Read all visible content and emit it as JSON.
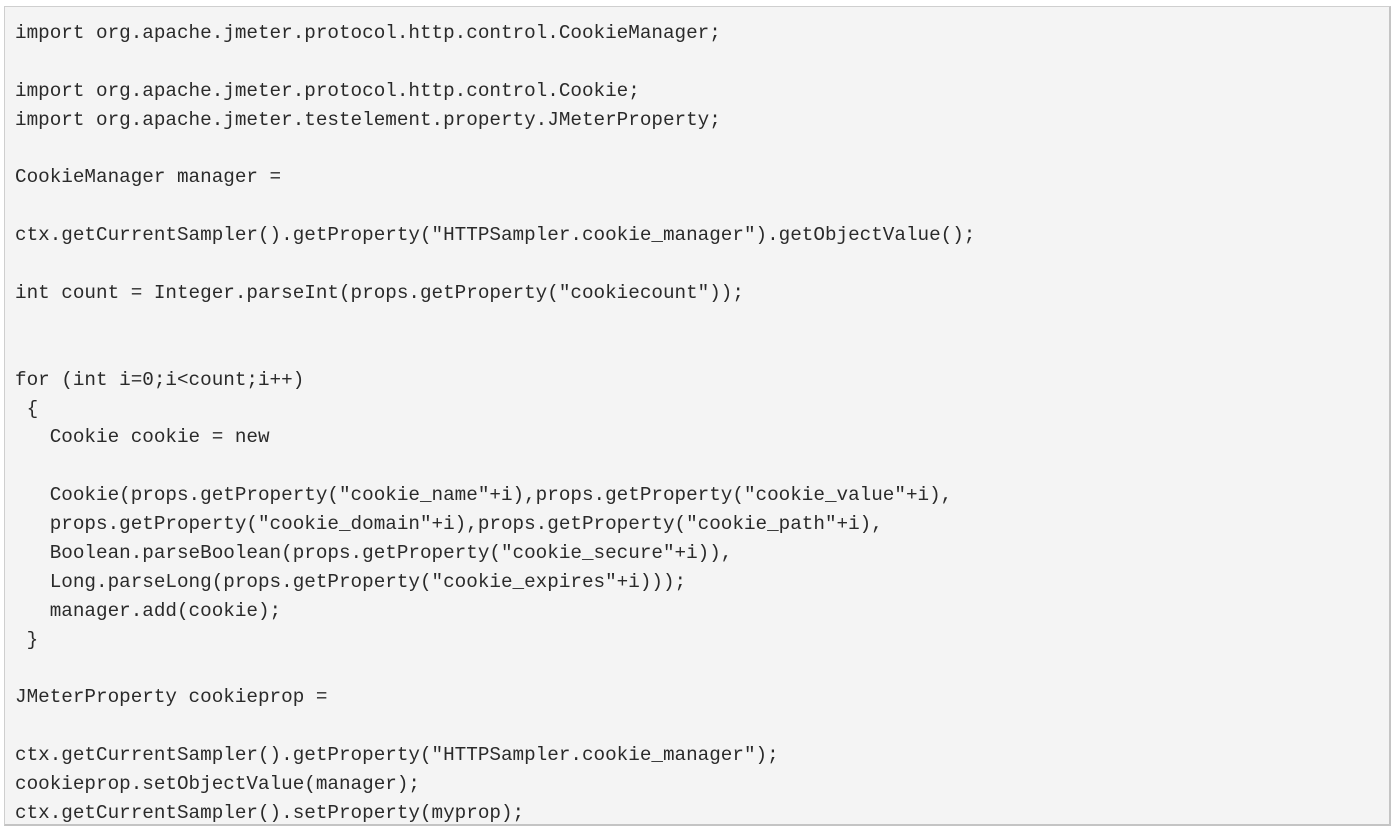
{
  "code": {
    "language": "java",
    "lines": [
      "import org.apache.jmeter.protocol.http.control.CookieManager;",
      "",
      "import org.apache.jmeter.protocol.http.control.Cookie;",
      "import org.apache.jmeter.testelement.property.JMeterProperty;",
      "",
      "CookieManager manager =",
      "",
      "ctx.getCurrentSampler().getProperty(\"HTTPSampler.cookie_manager\").getObjectValue();",
      "",
      "int count = Integer.parseInt(props.getProperty(\"cookiecount\"));",
      "",
      "",
      "for (int i=0;i<count;i++)",
      " {",
      "   Cookie cookie = new",
      "",
      "   Cookie(props.getProperty(\"cookie_name\"+i),props.getProperty(\"cookie_value\"+i),",
      "   props.getProperty(\"cookie_domain\"+i),props.getProperty(\"cookie_path\"+i),",
      "   Boolean.parseBoolean(props.getProperty(\"cookie_secure\"+i)),",
      "   Long.parseLong(props.getProperty(\"cookie_expires\"+i)));",
      "   manager.add(cookie);",
      " }",
      "",
      "JMeterProperty cookieprop =",
      "",
      "ctx.getCurrentSampler().getProperty(\"HTTPSampler.cookie_manager\");",
      "cookieprop.setObjectValue(manager);",
      "ctx.getCurrentSampler().setProperty(myprop);"
    ]
  },
  "colors": {
    "background": "#f4f4f4",
    "border": "#cfcfcf",
    "text": "#2a2a2a"
  }
}
